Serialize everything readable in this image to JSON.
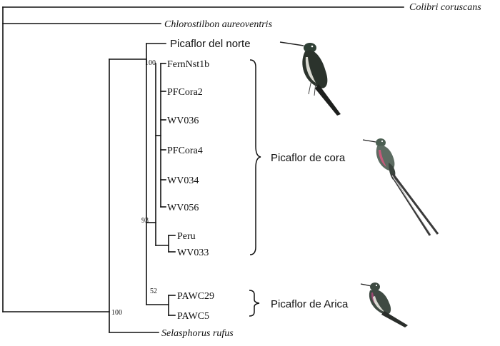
{
  "taxa": {
    "colibri": "Colibri coruscans",
    "chlorostilbon": "Chlorostilbon aureoventris",
    "norte": "Picaflor del norte",
    "fernnst1b": "FernNst1b",
    "pfcora2": "PFCora2",
    "wv036": "WV036",
    "pfcora4": "PFCora4",
    "wv034": "WV034",
    "wv056": "WV056",
    "peru": "Peru",
    "wv033": "WV033",
    "pawc29": "PAWC29",
    "pawc5": "PAWC5",
    "selasphorus": "Selasphorus rufus"
  },
  "support": {
    "fern_clade": "100",
    "cora_clade": "93",
    "arica_clade": "52",
    "ingroup": "100"
  },
  "groups": {
    "cora": "Picaflor de cora",
    "arica": "Picaflor de Arica"
  },
  "colors": {
    "line": "#111111",
    "background": "#ffffff"
  },
  "icons": [
    "hummingbird-icon",
    "hummingbird-long-tail-icon",
    "hummingbird-icon"
  ]
}
